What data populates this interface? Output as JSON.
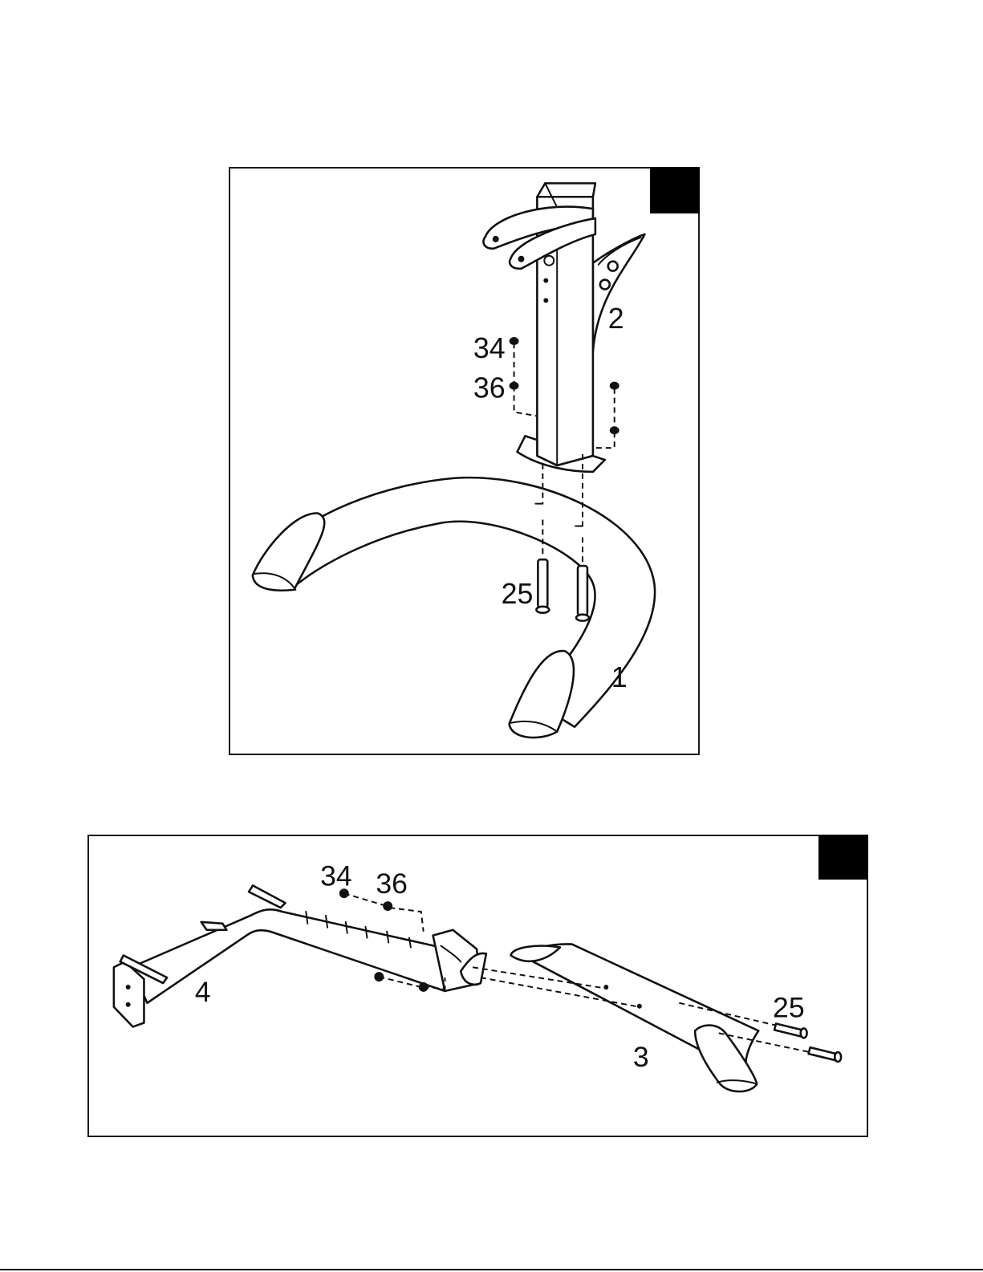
{
  "panels": [
    {
      "step_box_color": "#000000",
      "labels": {
        "part_2": "2",
        "part_34": "34",
        "part_36": "36",
        "part_25": "25",
        "part_1": "1"
      }
    },
    {
      "step_box_color": "#000000",
      "labels": {
        "part_34": "34",
        "part_36": "36",
        "part_4": "4",
        "part_25": "25",
        "part_3": "3"
      }
    }
  ]
}
